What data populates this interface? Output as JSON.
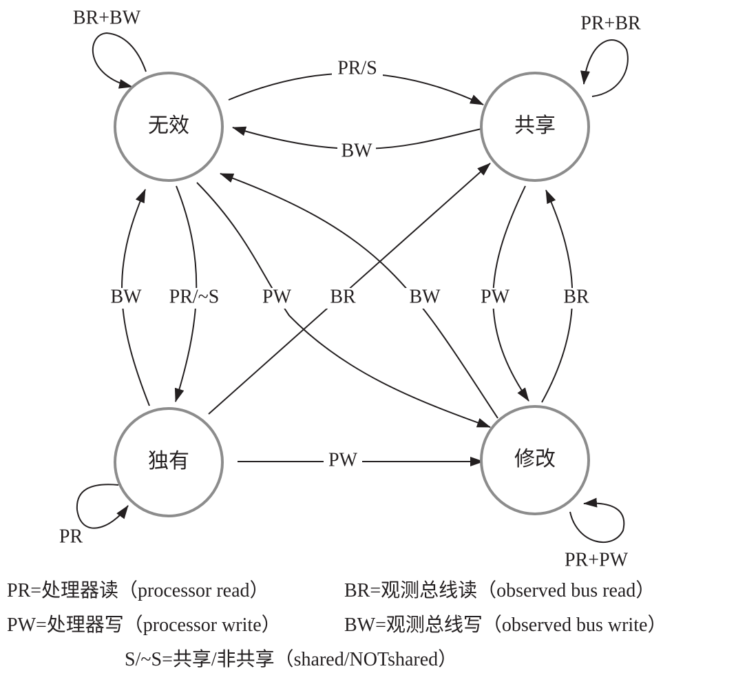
{
  "nodes": {
    "invalid": "无效",
    "shared": "共享",
    "exclusive": "独有",
    "modified": "修改"
  },
  "edges": {
    "invalid_self": "BR+BW",
    "invalid_to_shared": "PR/S",
    "shared_to_invalid": "BW",
    "shared_self": "PR+BR",
    "exclusive_to_invalid": "BW",
    "invalid_to_exclusive": "PR/~S",
    "invalid_to_modified": "PW",
    "exclusive_to_shared": "BR",
    "modified_to_invalid": "BW",
    "shared_to_modified": "PW",
    "modified_to_shared": "BR",
    "exclusive_self": "PR",
    "exclusive_to_modified": "PW",
    "modified_self": "PR+PW"
  },
  "legend": {
    "line1_a": "PR=处理器读（processor read）",
    "line1_b": "BR=观测总线读（observed bus read）",
    "line2_a": "PW=处理器写（processor write）",
    "line2_b": "BW=观测总线写（observed bus write）",
    "line3": "S/~S=共享/非共享（shared/NOTshared）"
  }
}
